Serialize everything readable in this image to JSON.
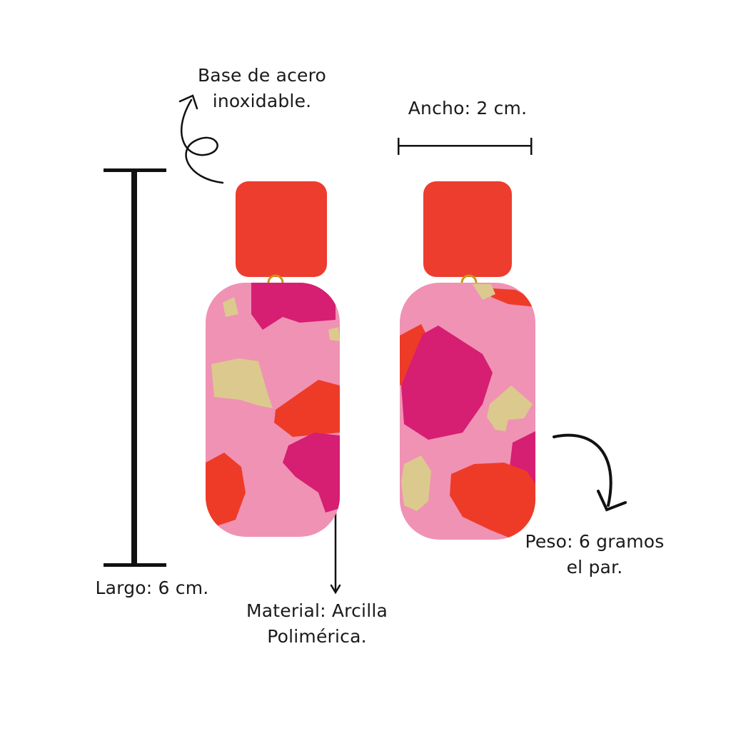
{
  "labels": {
    "base": {
      "line1": "Base de acero",
      "line2": "inoxidable."
    },
    "width": "Ancho: 2 cm.",
    "length": "Largo: 6 cm.",
    "material": {
      "line1": "Material: Arcilla",
      "line2": "Polimérica."
    },
    "weight": {
      "line1": "Peso: 6 gramos",
      "line2": "el par."
    }
  },
  "colors": {
    "background": "#ffffff",
    "top_tile": "#ec3d2f",
    "body_pink": "#f092b4",
    "magenta": "#d61e73",
    "red_orange": "#ee3b28",
    "gold": "#dcc98e",
    "ring_gold": "#c9951a",
    "line": "#111111"
  },
  "icons": [
    "curly-arrow-icon",
    "down-arrow-icon",
    "curved-arrow-icon"
  ]
}
